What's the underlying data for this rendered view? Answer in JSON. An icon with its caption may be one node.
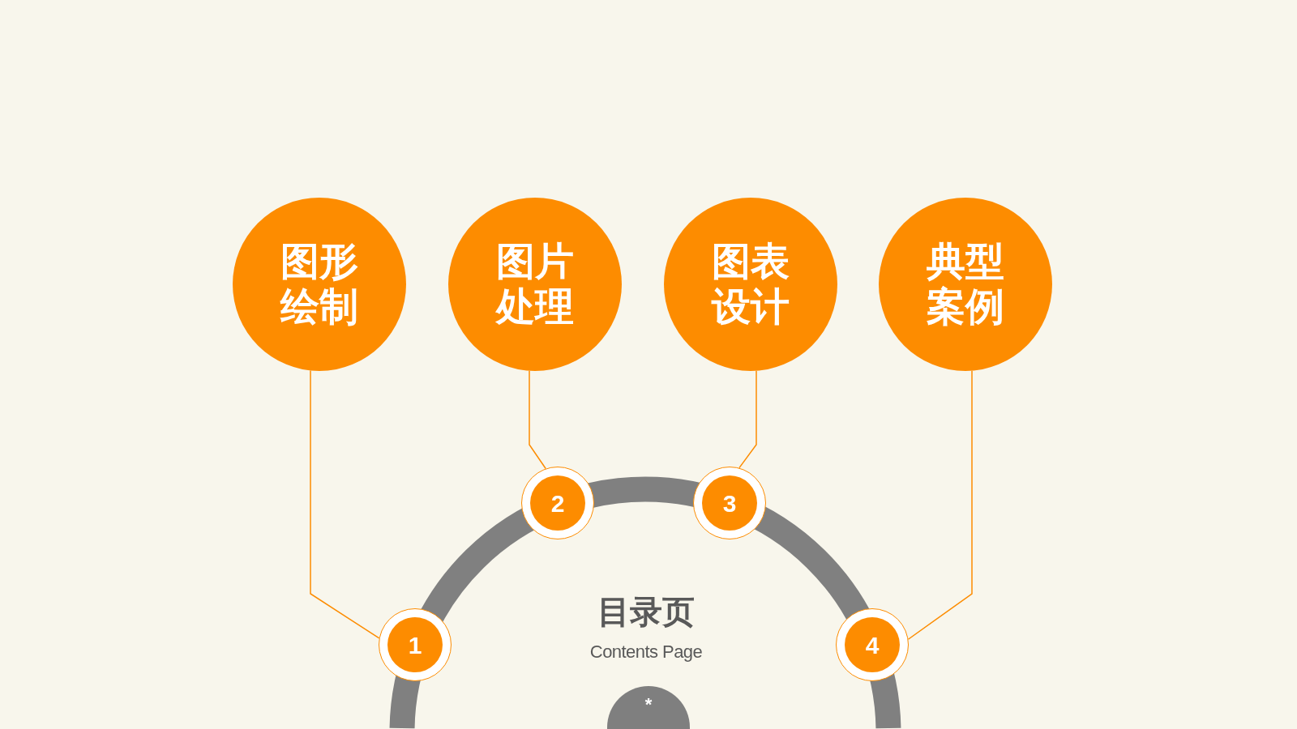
{
  "diagram": {
    "nodes": [
      {
        "text": [
          "图形绘制"
        ]
      },
      {
        "text": [
          "图片处理"
        ]
      },
      {
        "text": [
          "图表设计"
        ]
      },
      {
        "text": [
          "典型案例"
        ]
      },
      {
        "text": [
          "1"
        ]
      },
      {
        "text": [
          "2"
        ]
      },
      {
        "text": [
          "3"
        ]
      },
      {
        "text": [
          "4"
        ]
      },
      {
        "text": [
          "*"
        ]
      }
    ],
    "edges": [
      {
        "from": 0,
        "to": 4,
        "arrow": "none"
      },
      {
        "from": 1,
        "to": 5,
        "arrow": "none"
      },
      {
        "from": 2,
        "to": 6,
        "arrow": "none"
      },
      {
        "from": 3,
        "to": 7,
        "arrow": "none"
      }
    ],
    "labels": [
      "目录页",
      "Contents Page"
    ]
  }
}
